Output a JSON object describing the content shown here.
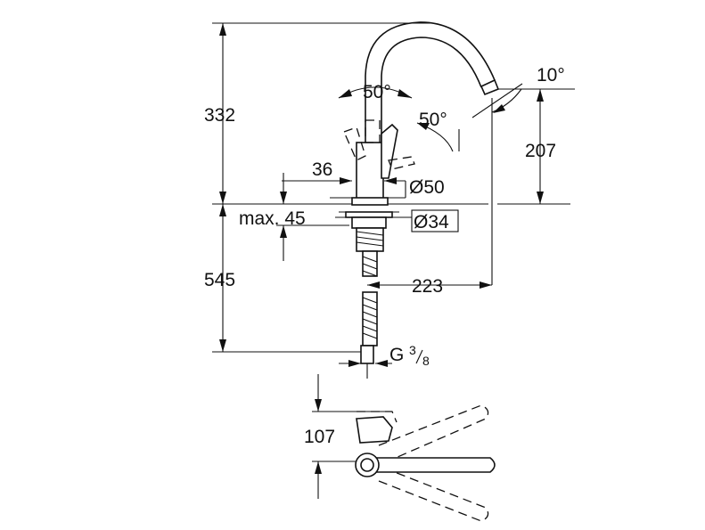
{
  "dimensions": {
    "height_total": "332",
    "height_spout": "207",
    "angle_lever_a": "50°",
    "angle_lever_b": "50°",
    "angle_spout": "10°",
    "width_lever": "36",
    "diameter_base": "Ø50",
    "diameter_hole": "Ø34",
    "max_deck": "max. 45",
    "length_hose": "545",
    "reach": "223",
    "thread_label": "G",
    "thread_num": "3",
    "thread_den": "8",
    "top_depth": "107"
  }
}
